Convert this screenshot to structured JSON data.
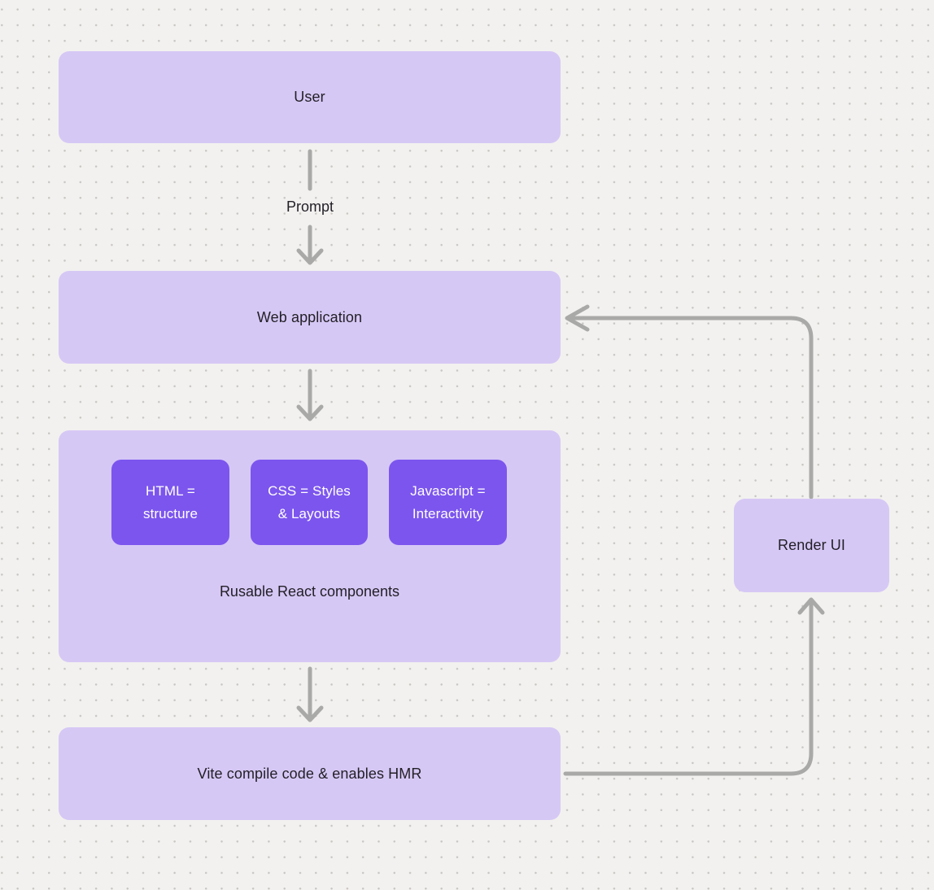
{
  "palette": {
    "background": "#f2f1ef",
    "dot": "#c9c6c3",
    "node_light": "#d6c8f5",
    "node_purple": "#7c55ee",
    "connector": "#a9a9a7",
    "text_dark": "#221f26",
    "text_light": "#ffffff"
  },
  "diagram": {
    "nodes": {
      "user": {
        "label": "User"
      },
      "web_application": {
        "label": "Web application"
      },
      "components_group": {
        "caption": "Rusable React components",
        "children": [
          {
            "id": "html",
            "lines": [
              "HTML =",
              "structure"
            ]
          },
          {
            "id": "css",
            "lines": [
              "CSS = Styles",
              "& Layouts"
            ]
          },
          {
            "id": "javascript",
            "lines": [
              "Javascript =",
              "Interactivity"
            ]
          }
        ]
      },
      "vite": {
        "label": "Vite compile code & enables HMR"
      },
      "render_ui": {
        "label": "Render UI"
      }
    },
    "edges": [
      {
        "from": "user",
        "to": "web_application",
        "label": "Prompt"
      },
      {
        "from": "web_application",
        "to": "components_group",
        "label": ""
      },
      {
        "from": "components_group",
        "to": "vite",
        "label": ""
      },
      {
        "from": "vite",
        "to": "render_ui",
        "label": ""
      },
      {
        "from": "render_ui",
        "to": "web_application",
        "label": ""
      }
    ]
  }
}
